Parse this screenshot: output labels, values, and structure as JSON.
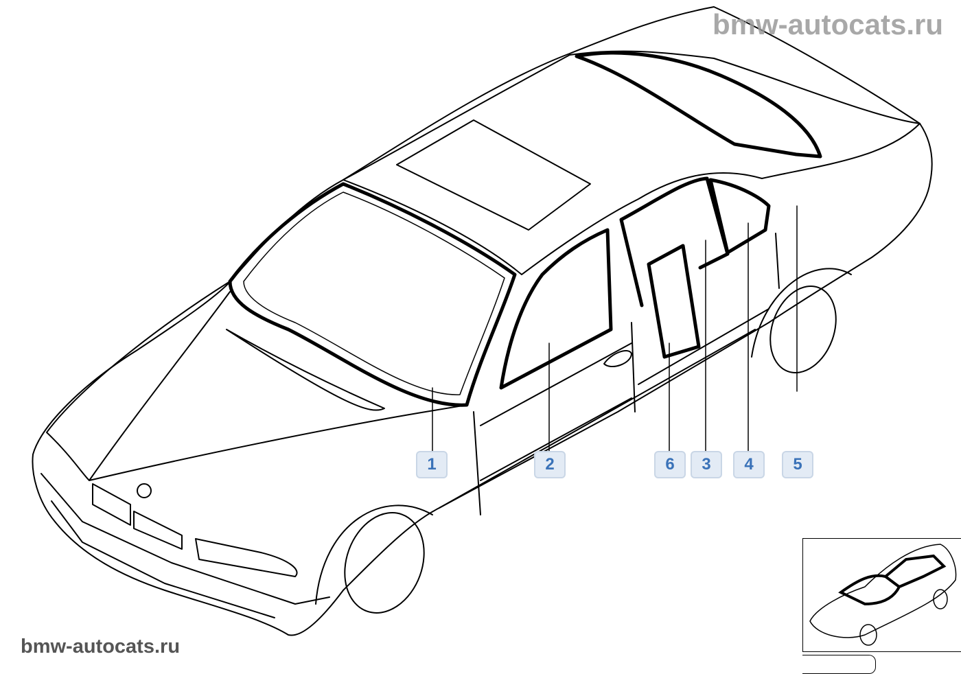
{
  "watermark_top": "bmw-autocats.ru",
  "watermark_bottom": "bmw-autocats.ru",
  "callouts": [
    {
      "label": "1"
    },
    {
      "label": "2"
    },
    {
      "label": "6"
    },
    {
      "label": "3"
    },
    {
      "label": "4"
    },
    {
      "label": "5"
    }
  ],
  "colors": {
    "callout_bg": "#e3ebf5",
    "callout_text": "#3a72b8",
    "callout_border": "#c9d6e6"
  }
}
